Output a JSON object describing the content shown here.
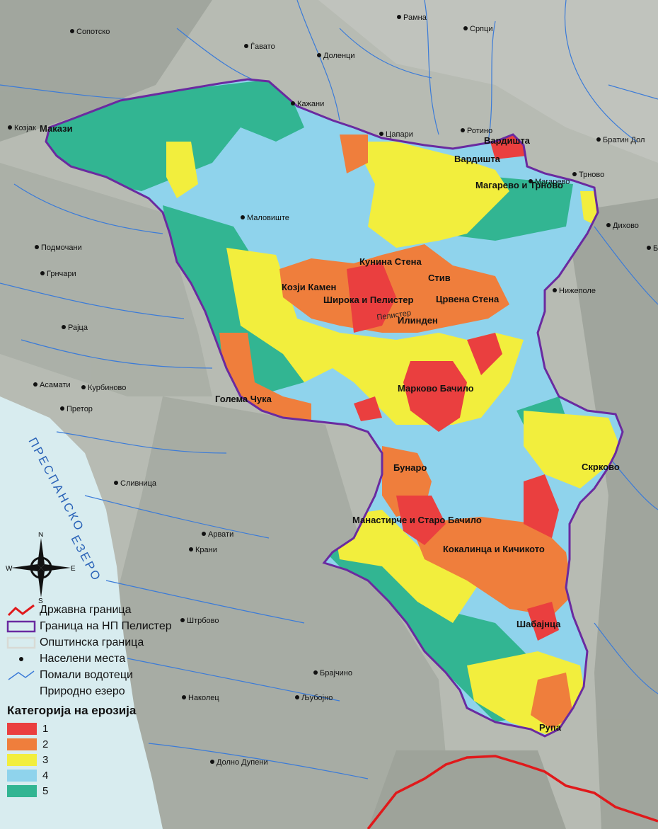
{
  "colors": {
    "cat1": "#ea3f3f",
    "cat2": "#ef7e3c",
    "cat3": "#f2ee3d",
    "cat4": "#8fd3ec",
    "cat5": "#32b592",
    "park_border": "#6a2aa0",
    "state_border": "#e0191b",
    "rivers": "#3b7bd8",
    "lake": "#d8ecef"
  },
  "lake_label": "ПРЕСПАНСКО ЕЗЕРО",
  "lake_label_parts": [
    "ПРЕСПАНСКО",
    "ЕЗЕРО"
  ],
  "compass": {
    "n": "N",
    "s": "S",
    "e": "E",
    "w": "W"
  },
  "settlements": [
    {
      "name": "Сопотско"
    },
    {
      "name": "Ѓавато"
    },
    {
      "name": "Доленци"
    },
    {
      "name": "Рамна"
    },
    {
      "name": "Српци"
    },
    {
      "name": "Кажани"
    },
    {
      "name": "Козјак"
    },
    {
      "name": "Цапари"
    },
    {
      "name": "Ротино"
    },
    {
      "name": "Братин Дол"
    },
    {
      "name": "Магарево"
    },
    {
      "name": "Трново"
    },
    {
      "name": "Дихово"
    },
    {
      "name": "Брусник"
    },
    {
      "name": "Маловиште"
    },
    {
      "name": "Подмочани"
    },
    {
      "name": "Грнчари"
    },
    {
      "name": "Нижеполе"
    },
    {
      "name": "Рајца"
    },
    {
      "name": "Асамати"
    },
    {
      "name": "Курбиново"
    },
    {
      "name": "Претор"
    },
    {
      "name": "Сливница"
    },
    {
      "name": "Арвати"
    },
    {
      "name": "Крани"
    },
    {
      "name": "Штрбово"
    },
    {
      "name": "Брајчино"
    },
    {
      "name": "Наколец"
    },
    {
      "name": "Љубојно"
    },
    {
      "name": "Долно Дупени"
    }
  ],
  "areas": [
    {
      "name": "Макази"
    },
    {
      "name": "Вардишта"
    },
    {
      "name": "Вардишта"
    },
    {
      "name": "Магарево и Трново"
    },
    {
      "name": "Кунина Стена"
    },
    {
      "name": "Стив"
    },
    {
      "name": "Козји Камен"
    },
    {
      "name": "Широка и Пелистер"
    },
    {
      "name": "Црвена Стена"
    },
    {
      "name": "Илинден"
    },
    {
      "name": "Голема Чука"
    },
    {
      "name": "Марково Бачило"
    },
    {
      "name": "Бунаро"
    },
    {
      "name": "Скрково"
    },
    {
      "name": "Манастирче и Старо Бачило"
    },
    {
      "name": "Кокалинца и Кичикото"
    },
    {
      "name": "Шабајнца"
    },
    {
      "name": "Рупа"
    }
  ],
  "peak_label": "Пелистер",
  "legend": {
    "items": [
      {
        "label": "Државна граница"
      },
      {
        "label": "Граница на НП Пелистер"
      },
      {
        "label": "Општинска граница"
      },
      {
        "label": "Населени места"
      },
      {
        "label": "Помали водотеци"
      },
      {
        "label": "Природно езеро"
      }
    ],
    "categories_title": "Категорија на ерозија",
    "categories": [
      {
        "label": "1",
        "level": 1
      },
      {
        "label": "2",
        "level": 2
      },
      {
        "label": "3",
        "level": 3
      },
      {
        "label": "4",
        "level": 4
      },
      {
        "label": "5",
        "level": 5
      }
    ]
  }
}
